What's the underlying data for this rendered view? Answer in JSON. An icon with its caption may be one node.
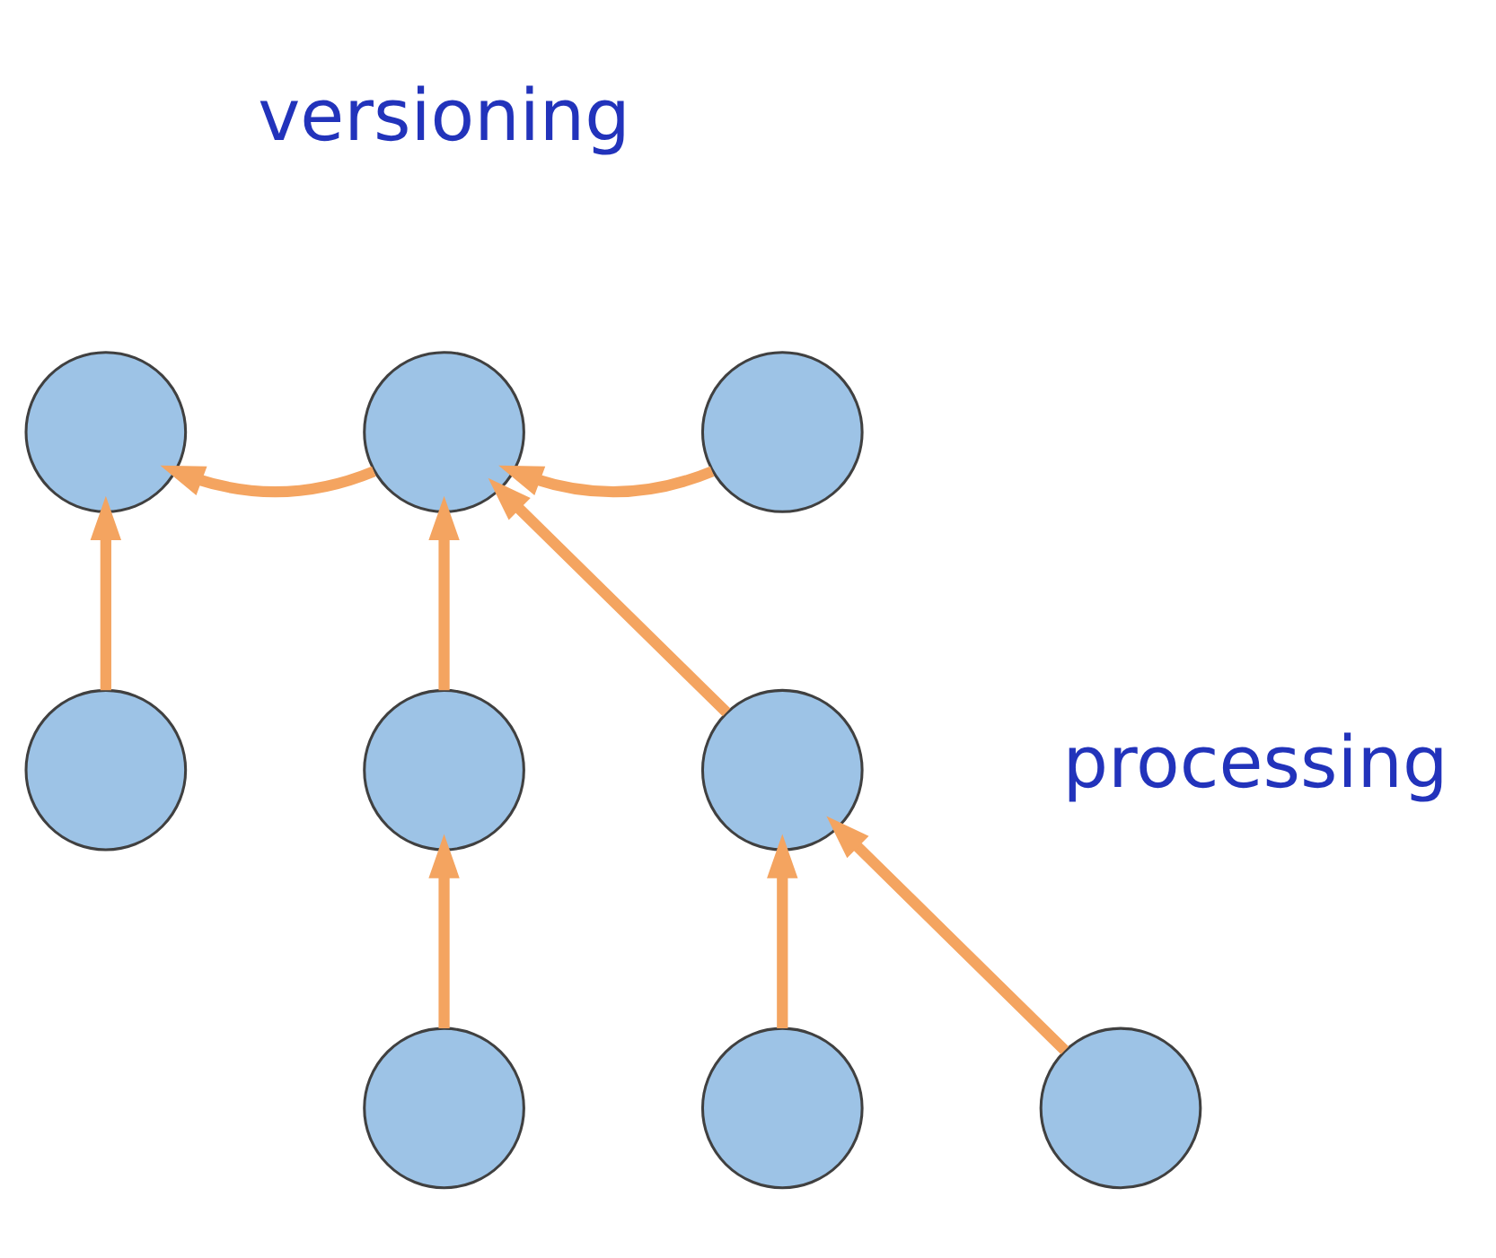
{
  "diagram": {
    "nodes": [
      {
        "text": [],
        "shape": "circle"
      },
      {
        "text": [],
        "shape": "circle"
      },
      {
        "text": [],
        "shape": "circle"
      },
      {
        "text": [],
        "shape": "circle"
      },
      {
        "text": [],
        "shape": "circle"
      },
      {
        "text": [],
        "shape": "circle"
      },
      {
        "text": [],
        "shape": "circle"
      },
      {
        "text": [],
        "shape": "circle"
      },
      {
        "text": [],
        "shape": "circle"
      }
    ],
    "edges": [
      {
        "from": 1,
        "to": 0,
        "arrow": "to"
      },
      {
        "from": 2,
        "to": 1,
        "arrow": "to"
      },
      {
        "from": 3,
        "to": 0,
        "arrow": "to"
      },
      {
        "from": 4,
        "to": 1,
        "arrow": "to"
      },
      {
        "from": 5,
        "to": 1,
        "arrow": "to"
      },
      {
        "from": 6,
        "to": 4,
        "arrow": "to"
      },
      {
        "from": 7,
        "to": 5,
        "arrow": "to"
      },
      {
        "from": 8,
        "to": 5,
        "arrow": "to"
      }
    ],
    "labels": [
      "versioning",
      "processing"
    ]
  }
}
